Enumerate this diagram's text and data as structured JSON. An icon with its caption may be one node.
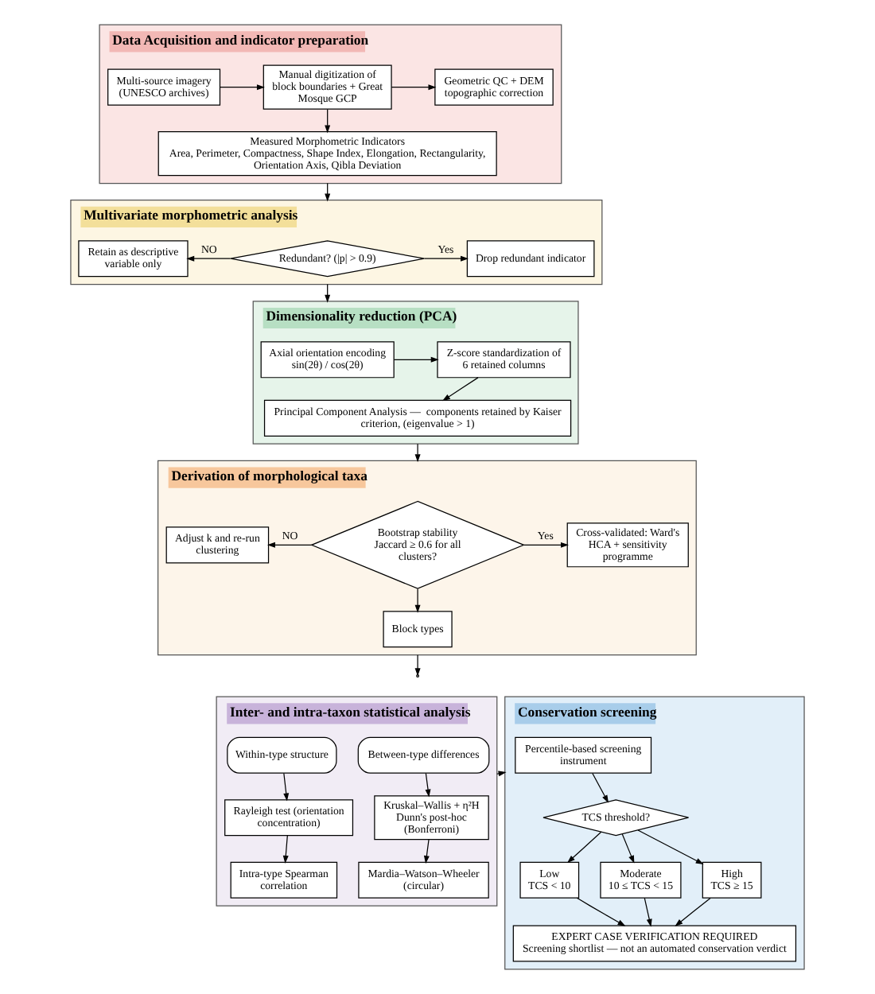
{
  "diagram": {
    "nodes": [
      {
        "text": [
          "Data Acquisition and indicator preparation"
        ]
      },
      {
        "text": [
          "Multi-source imagery (UNESCO archives)"
        ],
        "in": 0
      },
      {
        "text": [
          "Manual digitization of block boundaries + Great Mosque GCP"
        ],
        "in": 0
      },
      {
        "text": [
          "Geometric QC + DEM topographic correction"
        ],
        "in": 0
      },
      {
        "text": [
          "Measured Morphometric Indicators",
          "Area, Perimeter, Compactness, Shape Index, Elongation, Rectangularity, Orientation Axis, Qibla Deviation"
        ],
        "in": 0
      },
      {
        "text": [
          "Multivariate morphometric analysis"
        ]
      },
      {
        "text": [
          "Retain as descriptive variable only"
        ],
        "in": 5
      },
      {
        "text": [
          "Redundant? (|p| > 0.9)"
        ],
        "in": 5
      },
      {
        "text": [
          "Drop redundant indicator"
        ],
        "in": 5
      },
      {
        "text": [
          "Dimensionality reduction (PCA)"
        ]
      },
      {
        "text": [
          "Axial orientation encoding sin(2θ) / cos(2θ)"
        ],
        "in": 9
      },
      {
        "text": [
          "Z-score standardization of 6 retained columns"
        ],
        "in": 9
      },
      {
        "text": [
          "Principal Component Analysis —  components retained by Kaiser criterion, (eigenvalue > 1)"
        ],
        "in": 9
      },
      {
        "text": [
          "Derivation of morphological taxa"
        ]
      },
      {
        "text": [
          "Adjust k and re-run clustering"
        ],
        "in": 13
      },
      {
        "text": [
          "Bootstrap stability Jaccard ≥ 0.6 for all clusters?"
        ],
        "in": 13
      },
      {
        "text": [
          "Cross-validated: Ward's HCA + sensitivity programme"
        ],
        "in": 13
      },
      {
        "text": [
          "Block types"
        ],
        "in": 13
      },
      {
        "text": [
          "Inter- and intra-taxon statistical analysis"
        ]
      },
      {
        "text": [
          "Between-type differences"
        ],
        "in": 18
      },
      {
        "text": [
          "Within-type structure"
        ],
        "in": 18
      },
      {
        "text": [
          "Kruskal–Wallis + η²H",
          "Dunn's post-hoc (Bonferroni)"
        ],
        "in": 18
      },
      {
        "text": [
          "Rayleigh test (orientation concentration)"
        ],
        "in": 18
      },
      {
        "text": [
          "Mardia–Watson–Wheeler (circular)"
        ],
        "in": 18
      },
      {
        "text": [
          "Intra-type Spearman correlation"
        ],
        "in": 18
      },
      {
        "text": [
          "Conservation screening"
        ]
      },
      {
        "text": [
          "Percentile-based screening instrument"
        ],
        "in": 25
      },
      {
        "text": [
          "TCS threshold?"
        ],
        "in": 25
      },
      {
        "text": [
          "Low",
          "TCS < 10"
        ],
        "in": 25
      },
      {
        "text": [
          "Moderate",
          "10 ≤ TCS < 15"
        ],
        "in": 25
      },
      {
        "text": [
          "High",
          "TCS ≥ 15"
        ],
        "in": 25
      },
      {
        "text": [
          "EXPERT CASE VERIFICATION REQUIRED",
          "Screening shortlist — not an automated conservation verdict"
        ],
        "in": 25
      }
    ],
    "edges": [
      {
        "from": 1,
        "to": 2,
        "arrow": "to"
      },
      {
        "from": 2,
        "to": 3,
        "arrow": "to"
      },
      {
        "from": 2,
        "to": 4,
        "arrow": "to"
      },
      {
        "from": 0,
        "to": 5,
        "arrow": "to"
      },
      {
        "from": 7,
        "to": 6,
        "arrow": "to",
        "label": "NO"
      },
      {
        "from": 7,
        "to": 8,
        "arrow": "to",
        "label": "Yes"
      },
      {
        "from": 5,
        "to": 9,
        "arrow": "to"
      },
      {
        "from": 10,
        "to": 11,
        "arrow": "to"
      },
      {
        "from": 11,
        "to": 12,
        "arrow": "to"
      },
      {
        "from": 9,
        "to": 13,
        "arrow": "to"
      },
      {
        "from": 15,
        "to": 14,
        "arrow": "to",
        "label": "NO"
      },
      {
        "from": 15,
        "to": 16,
        "arrow": "to",
        "label": "Yes"
      },
      {
        "from": 15,
        "to": 17,
        "arrow": "to"
      },
      {
        "from": 13,
        "to": null,
        "arrow": "to"
      },
      {
        "from": 19,
        "to": 21,
        "arrow": "to"
      },
      {
        "from": 21,
        "to": 23,
        "arrow": "to"
      },
      {
        "from": 20,
        "to": 22,
        "arrow": "to"
      },
      {
        "from": 22,
        "to": 24,
        "arrow": "to"
      },
      {
        "from": 18,
        "to": 25,
        "arrow": "to"
      },
      {
        "from": 26,
        "to": 27,
        "arrow": "to"
      },
      {
        "from": 27,
        "to": 28,
        "arrow": "to"
      },
      {
        "from": 27,
        "to": 29,
        "arrow": "to"
      },
      {
        "from": 27,
        "to": 30,
        "arrow": "to"
      },
      {
        "from": 28,
        "to": 31,
        "arrow": "to"
      },
      {
        "from": 29,
        "to": 31,
        "arrow": "to"
      },
      {
        "from": 30,
        "to": 31,
        "arrow": "to"
      }
    ]
  }
}
